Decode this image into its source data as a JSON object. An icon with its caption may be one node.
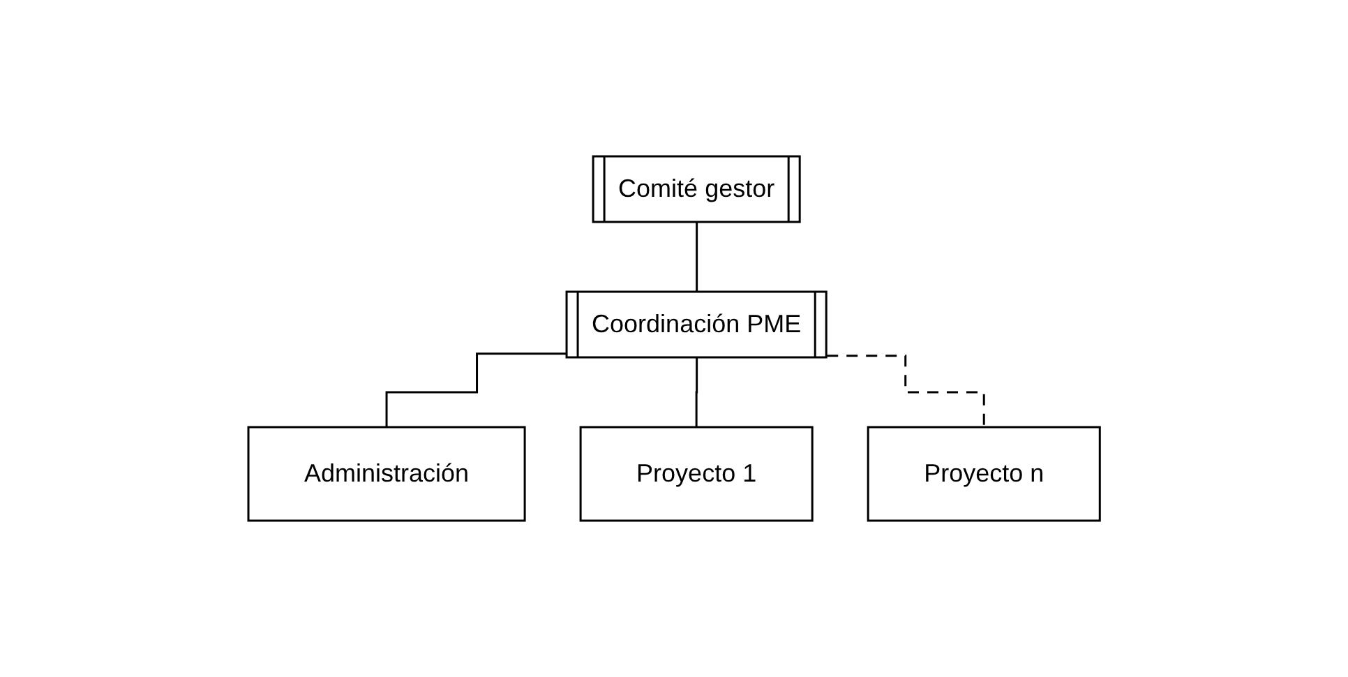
{
  "diagram": {
    "nodes": [
      {
        "text": [
          "Comité gestor"
        ]
      },
      {
        "text": [
          "Coordinación PME"
        ]
      },
      {
        "text": [
          "Administración"
        ]
      },
      {
        "text": [
          "Proyecto 1"
        ]
      },
      {
        "text": [
          "Proyecto n"
        ]
      }
    ],
    "edges": [
      {
        "from": 0,
        "to": 1,
        "arrow": "none"
      },
      {
        "from": 1,
        "to": 2,
        "arrow": "none"
      },
      {
        "from": 1,
        "to": 3,
        "arrow": "none"
      },
      {
        "from": 1,
        "to": 4,
        "arrow": "none",
        "style": "dashed"
      }
    ]
  }
}
